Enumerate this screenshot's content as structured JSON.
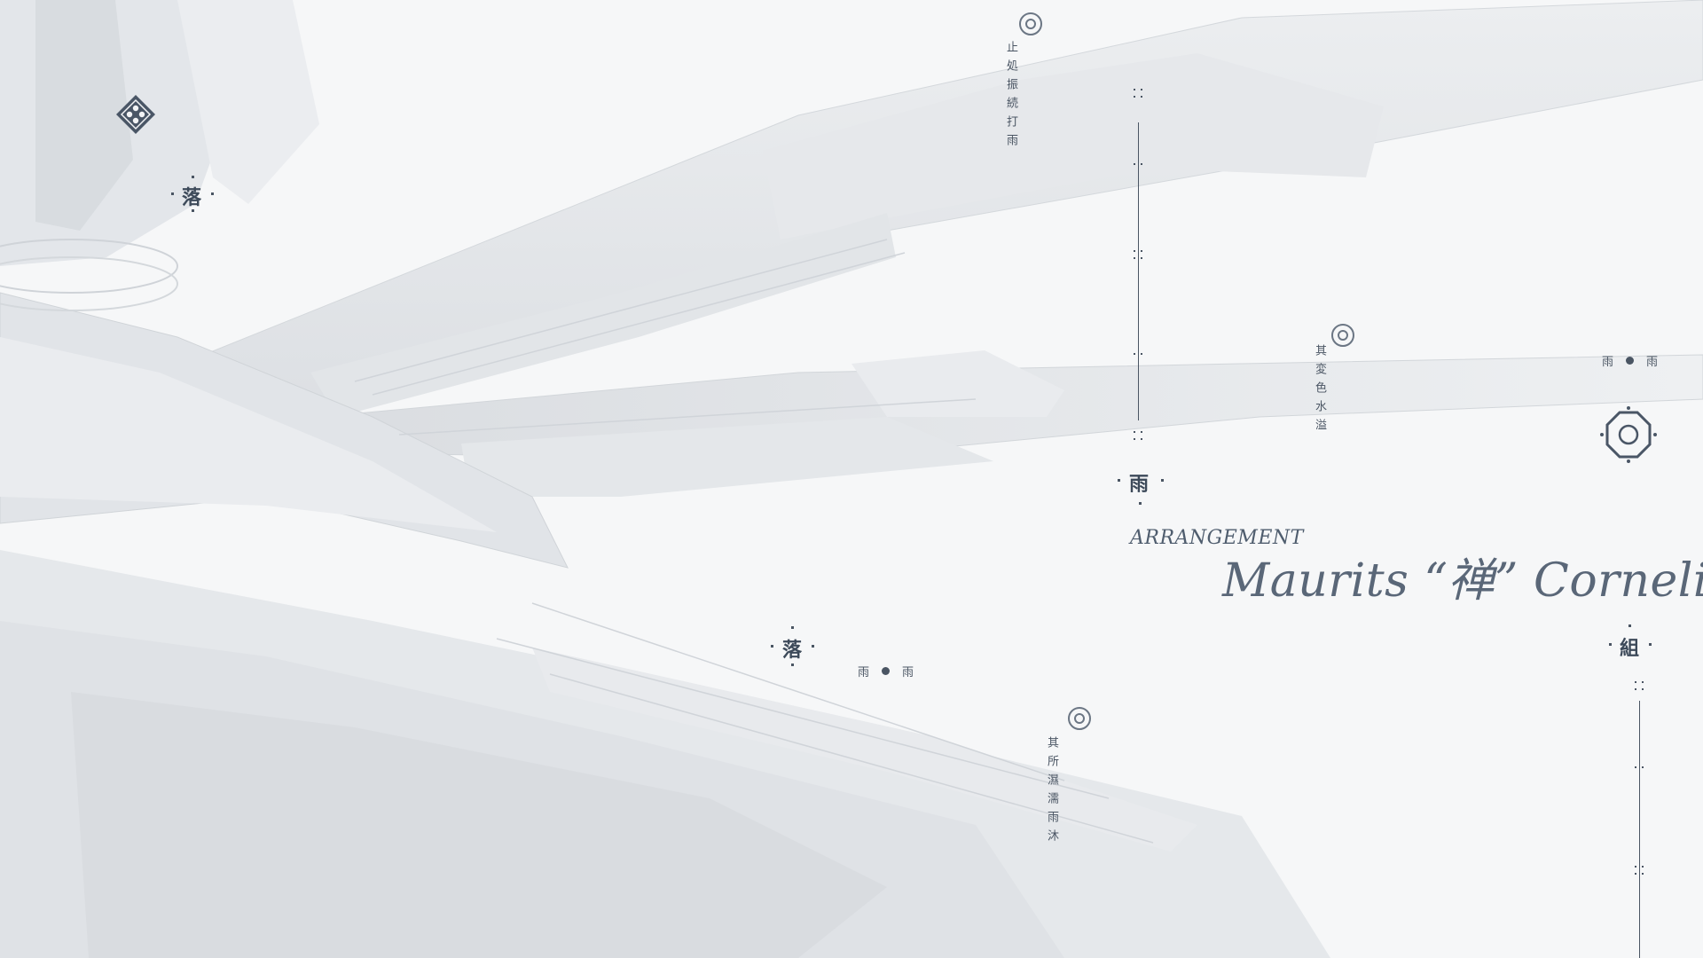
{
  "title": {
    "overline": "ARRANGEMENT",
    "main": "Maurits “禅” Cornelis"
  },
  "glyphs": {
    "luo_top": "落",
    "luo_mid": "落",
    "yu_center": "雨",
    "zu_right": "組"
  },
  "vertical_texts": {
    "top": "止処振続打雨",
    "middle": "其変色水溢",
    "bottom": "其所濕濡雨沐"
  },
  "pairs": {
    "right": {
      "left": "雨",
      "right": "雨"
    },
    "center": {
      "left": "雨",
      "right": "雨"
    }
  },
  "icons": {
    "emblem": "diamond-emblem-icon",
    "octagon": "octagon-target-icon",
    "ring": "ring-target-icon"
  },
  "colors": {
    "background": "#f6f7f8",
    "ink": "#3d4a5a",
    "accent": "#5a6778"
  }
}
